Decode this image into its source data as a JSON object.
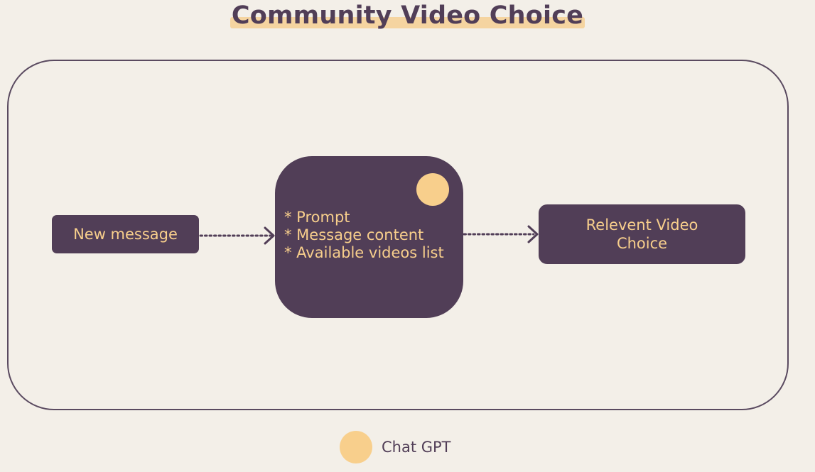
{
  "title": "Community Video Choice",
  "nodes": {
    "input": {
      "label": "New message"
    },
    "processor": {
      "lines": [
        "* Prompt",
        "* Message content",
        "* Available videos list"
      ]
    },
    "output": {
      "label": "Relevent Video Choice"
    }
  },
  "legend": {
    "label": "Chat GPT"
  },
  "colors": {
    "background": "#f3efe8",
    "node_fill": "#513e57",
    "node_text": "#f8cf8c",
    "accent": "#f8cf8c",
    "title_highlight": "#f5d4a0",
    "frame_stroke": "#5a4a60"
  }
}
